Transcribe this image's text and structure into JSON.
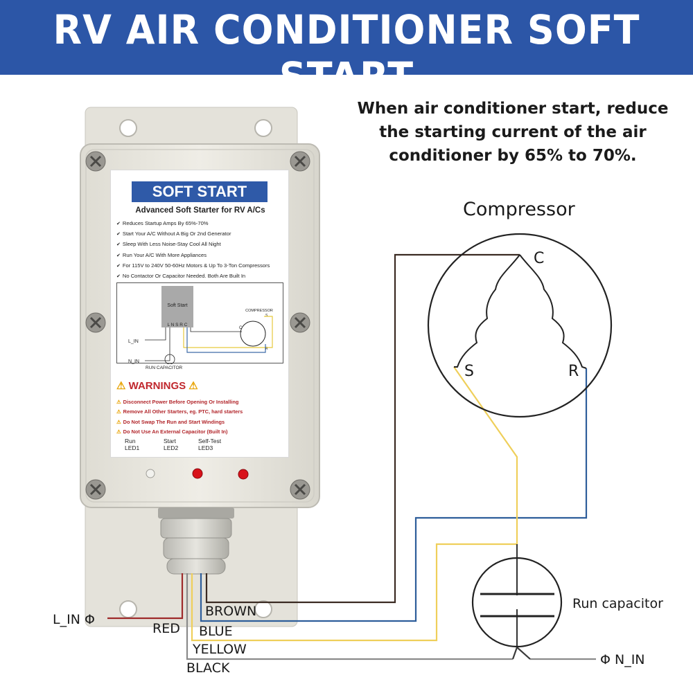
{
  "header": {
    "title": "RV AIR CONDITIONER SOFT START"
  },
  "intro": "When air conditioner start, reduce the starting current of the air conditioner by 65% to 70%.",
  "compressor": {
    "title": "Compressor",
    "terminal_c": "C",
    "terminal_s": "S",
    "terminal_r": "R"
  },
  "capacitor": {
    "label": "Run capacitor"
  },
  "inputs": {
    "line": "L_IN Φ",
    "neutral": "Φ N_IN"
  },
  "wires": [
    "BROWN",
    "RED",
    "BLUE",
    "YELLOW",
    "BLACK"
  ],
  "device_label": {
    "title": "SOFT START",
    "subtitle": "Advanced Soft Starter for RV A/Cs",
    "features": [
      "Reduces Startup Amps By 65%-70%",
      "Start Your A/C Without A Big Or 2nd Generator",
      "Sleep With Less Noise-Stay Cool All Night",
      "Run Your A/C With More Appliances",
      "For 115V to 240V 50-60Hz Motors & Up To 3-Ton Compressors",
      "No Contactor Or Capacitor Needed.   Both Are Built In"
    ],
    "mini_diagram": {
      "box": "Soft Start",
      "terminals": "L N S R C",
      "compressor": "COMPRESSOR",
      "l_in": "L_IN",
      "n_in": "N_IN",
      "run_capacitor": "RUN CAPACITOR",
      "c": "C",
      "s": "S",
      "r": "R"
    },
    "warnings_title": "WARNINGS",
    "warnings": [
      "Disconnect Power Before Opening Or Installing",
      "Remove All Other Starters, eg.  PTC, hard starters",
      "Do Not Swap The Run and Start Windings",
      "Do Not Use An External Capacitor (Built In)"
    ],
    "leds": [
      {
        "name": "Run",
        "id": "LED1"
      },
      {
        "name": "Start",
        "id": "LED2"
      },
      {
        "name": "Self-Test",
        "id": "LED3"
      }
    ]
  },
  "colors": {
    "banner": "#2c56a7",
    "brown": "#3a2a22",
    "red": "#9e2a2a",
    "blue": "#2d5d9a",
    "yellow": "#efcf5a",
    "black": "#555555"
  }
}
